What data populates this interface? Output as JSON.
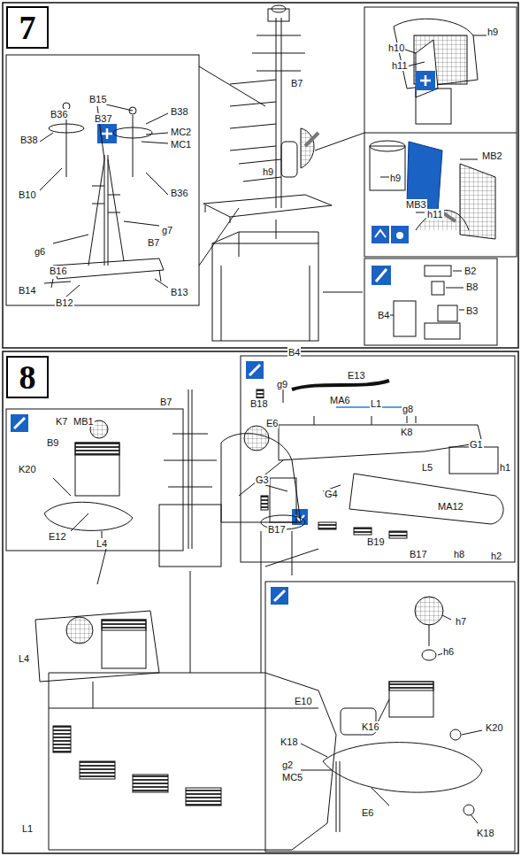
{
  "diagram": {
    "nodes": [
      {
        "text": [
          "7"
        ]
      },
      {
        "text": [
          "8"
        ]
      }
    ],
    "edges": [],
    "labels": [
      "B15",
      "B36",
      "B37",
      "B38",
      "B38",
      "MC2",
      "MC1",
      "B10",
      "B36",
      "g6",
      "g7",
      "B7",
      "B16",
      "B14",
      "B12",
      "B13",
      "B7",
      "h9",
      "B4",
      "h9",
      "h10",
      "h11",
      "h9",
      "MB2",
      "MB3",
      "h11",
      "B2",
      "B8",
      "B4",
      "B3",
      "K7",
      "MB1",
      "B9",
      "K20",
      "L4",
      "E12",
      "B7",
      "L4",
      "L1",
      "E6",
      "g9",
      "E13",
      "MA6",
      "B18",
      "L1",
      "g8",
      "K8",
      "L5",
      "G1",
      "h1",
      "MA12",
      "G3",
      "G4",
      "B17",
      "B19",
      "B17",
      "h8",
      "h2",
      "h7",
      "h6",
      "K16",
      "K20",
      "E10",
      "K18",
      "g2",
      "MC5",
      "E6",
      "K18"
    ]
  }
}
